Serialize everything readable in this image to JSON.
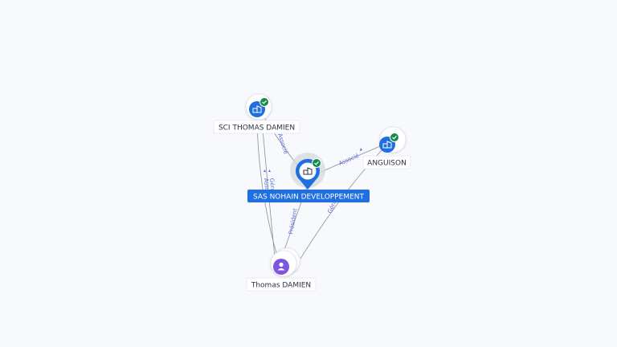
{
  "nodes": {
    "sci": {
      "label": "SCI THOMAS DAMIEN",
      "icon": "company-icon",
      "verified": true
    },
    "sas": {
      "label": "SAS NOHAIN DEVELOPPEMENT",
      "icon": "company-icon",
      "verified": true,
      "focused": true
    },
    "anguison": {
      "label": "ANGUISON",
      "icon": "company-icon",
      "verified": true
    },
    "person": {
      "label": "Thomas DAMIEN",
      "icon": "person-icon"
    }
  },
  "edges": {
    "sci_sas": "Associé",
    "sas_anguison": "Associé",
    "sas_person": "Président",
    "anguison_person": "Gérant",
    "sci_person_a": "Gérant",
    "sci_person_b": "Associé"
  },
  "colors": {
    "accent": "#1f6fe0",
    "verified": "#1a8a4a",
    "person": "#7d57e0",
    "edge": "#8a8f9c",
    "edge_label": "#5b6bd6"
  }
}
